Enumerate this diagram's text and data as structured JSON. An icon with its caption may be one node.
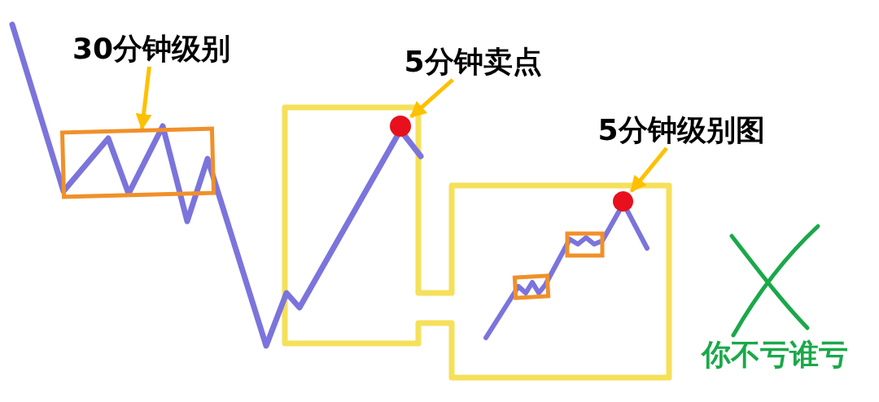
{
  "diagram": {
    "nodes": [
      {
        "text": [
          "30分钟级别"
        ]
      },
      {
        "text": [],
        "shape": "box"
      },
      {
        "text": [
          "5分钟卖点"
        ]
      },
      {
        "text": [],
        "shape": "circle"
      },
      {
        "text": [
          "5分钟级别图"
        ]
      },
      {
        "text": [],
        "shape": "circle"
      }
    ],
    "edges": [
      {
        "from": 0,
        "to": 1,
        "arrow": "to"
      },
      {
        "from": 2,
        "to": 3,
        "arrow": "to"
      },
      {
        "from": 4,
        "to": 5,
        "arrow": "to"
      }
    ],
    "labels": [
      "你不亏谁亏"
    ]
  }
}
